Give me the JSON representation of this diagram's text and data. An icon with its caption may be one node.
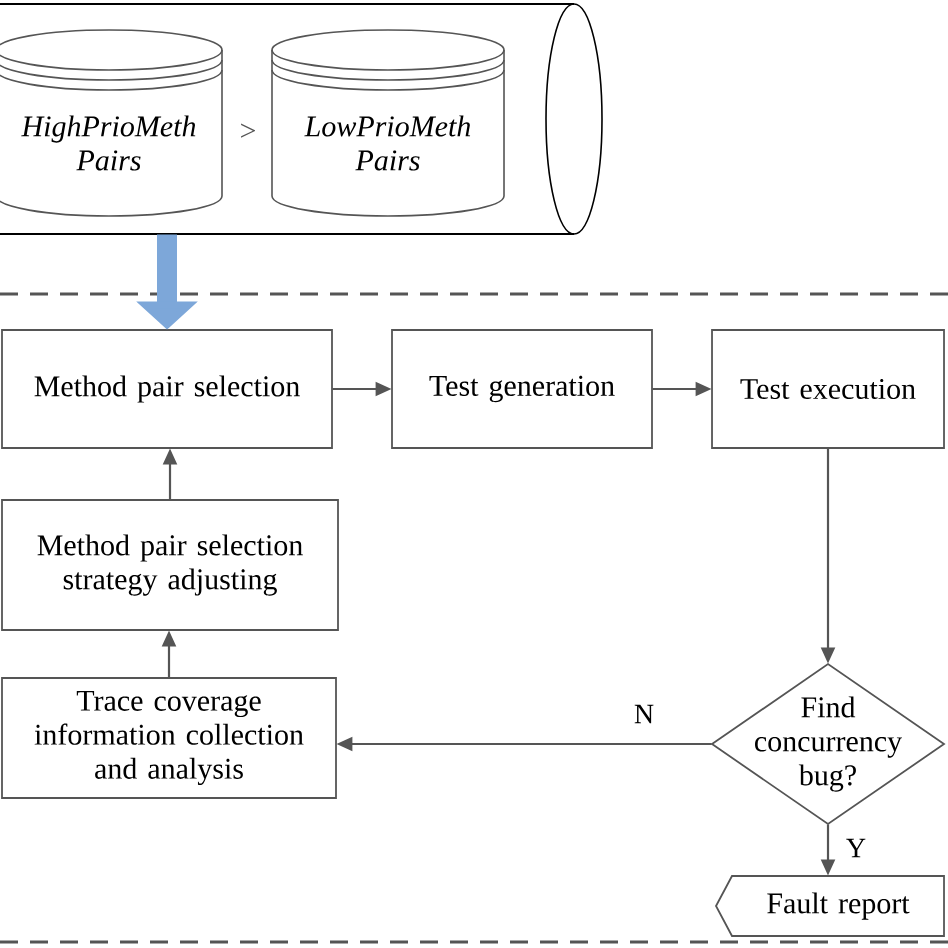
{
  "diagram": {
    "nodes": [
      {
        "text": [],
        "shape": "cylinder"
      },
      {
        "text": [
          "HighPrioMeth Pairs"
        ],
        "in": 0
      },
      {
        "text": [
          "LowPrioMeth Pairs"
        ],
        "in": 0
      },
      {
        "text": [
          "Method pair selection"
        ]
      },
      {
        "text": [
          "Test generation"
        ]
      },
      {
        "text": [
          "Test execution"
        ]
      },
      {
        "text": [
          "Method pair selection strategy adjusting"
        ]
      },
      {
        "text": [
          "Trace coverage information collection and analysis"
        ]
      },
      {
        "text": [
          "Find concurrency bug?"
        ]
      },
      {
        "text": [
          "Fault report"
        ]
      }
    ],
    "edges": [
      {
        "from": 0,
        "to": 3,
        "arrow": "to",
        "style": "thick",
        "color": "#7da7d9"
      },
      {
        "from": 3,
        "to": 4,
        "arrow": "to"
      },
      {
        "from": 4,
        "to": 5,
        "arrow": "to"
      },
      {
        "from": 5,
        "to": 8,
        "arrow": "to"
      },
      {
        "from": 8,
        "to": 7,
        "arrow": "to",
        "label": "N"
      },
      {
        "from": 8,
        "to": 9,
        "arrow": "to",
        "label": "Y"
      },
      {
        "from": 7,
        "to": 6,
        "arrow": "to"
      },
      {
        "from": 6,
        "to": 3,
        "arrow": "to"
      }
    ],
    "labels": [
      ">"
    ]
  }
}
